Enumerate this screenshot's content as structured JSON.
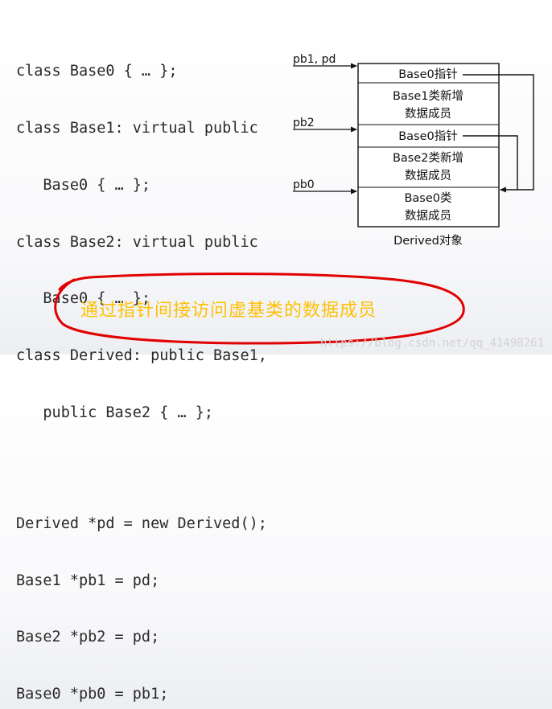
{
  "code": {
    "lines_top": [
      "class Base0 { … };",
      "class Base1: virtual public",
      "   Base0 { … };",
      "class Base2: virtual public",
      "   Base0 { … };",
      "class Derived: public Base1,",
      "   public Base2 { … };"
    ],
    "lines_bottom": [
      "Derived *pd = new Derived();",
      "Base1 *pb1 = pd;",
      "Base2 *pb2 = pd;",
      "Base0 *pb0 = pb1;"
    ]
  },
  "diagram": {
    "pointers": {
      "pb1_pd": "pb1, pd",
      "pb2": "pb2",
      "pb0": "pb0"
    },
    "cells": {
      "base0_ptr_1": "Base0指针",
      "base1_members_line1": "Base1类新增",
      "base1_members_line2": "数据成员",
      "base0_ptr_2": "Base0指针",
      "base2_members_line1": "Base2类新增",
      "base2_members_line2": "数据成员",
      "base0_members_line1": "Base0类",
      "base0_members_line2": "数据成员"
    },
    "caption": "Derived对象"
  },
  "callout": "通过指针间接访问虚基类的数据成员",
  "watermark": "https://blog.csdn.net/qq_41498261",
  "colors": {
    "callout_text": "#ffc000",
    "ellipse": "#e00000",
    "code_text": "#2a2a2a"
  }
}
